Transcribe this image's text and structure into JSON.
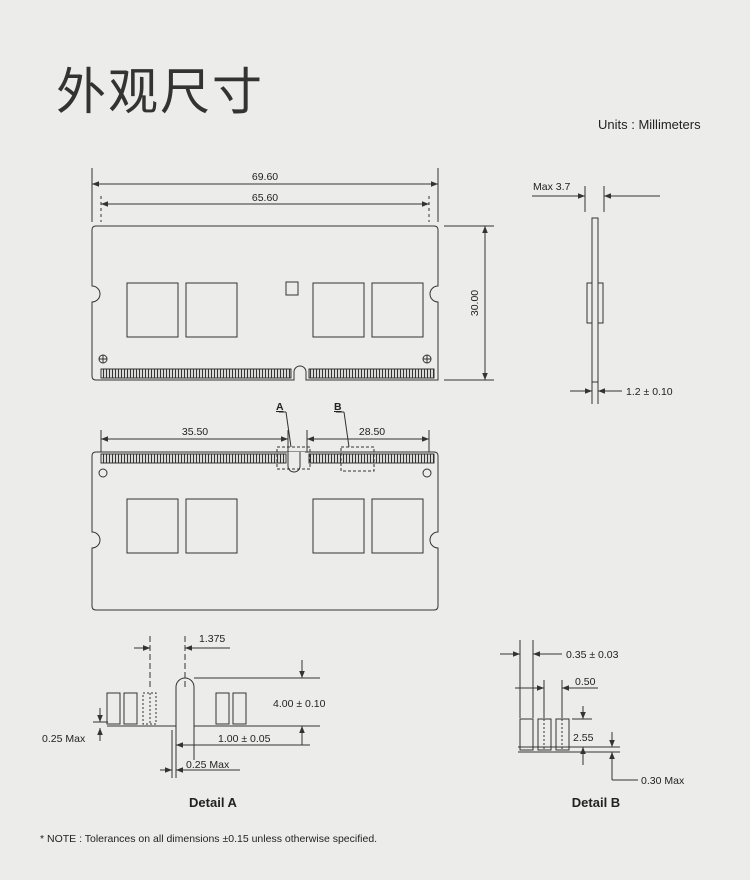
{
  "title": "外观尺寸",
  "units": "Units : Millimeters",
  "top_view": {
    "width_outer": "69.60",
    "width_inner": "65.60",
    "height": "30.00"
  },
  "side_view": {
    "max_thickness": "Max 3.7",
    "pcb_thickness": "1.2 ± 0.10"
  },
  "bottom_view": {
    "left_dim": "35.50",
    "right_dim": "28.50",
    "detail_a_marker": "A",
    "detail_b_marker": "B"
  },
  "detail_a": {
    "caption": "Detail A",
    "dim_pitch": "1.375",
    "dim_notch_height": "4.00 ± 0.10",
    "dim_offset": "1.00 ± 0.05",
    "dim_edge_left": "0.25 Max",
    "dim_edge_bottom": "0.25 Max"
  },
  "detail_b": {
    "caption": "Detail B",
    "dim_pin_width": "0.35 ± 0.03",
    "dim_pin_pitch": "0.50",
    "dim_pin_height": "2.55",
    "dim_bottom": "0.30 Max"
  },
  "note": "* NOTE : Tolerances on all dimensions ±0.15 unless otherwise specified.",
  "colors": {
    "line": "#333333",
    "background": "#ececeb"
  }
}
